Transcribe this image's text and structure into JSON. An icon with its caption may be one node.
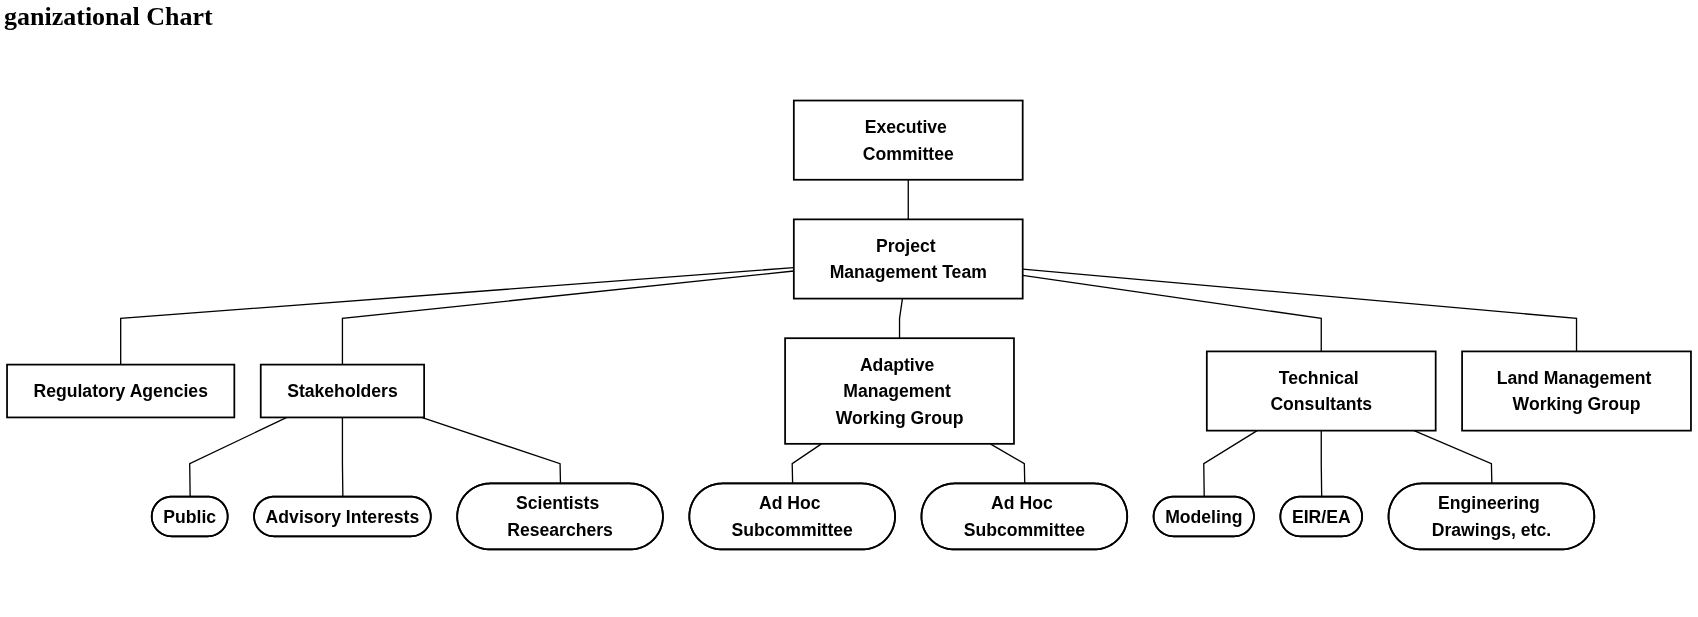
{
  "diagram": {
    "title": "ganizational Chart",
    "nodes": [
      {
        "text": [
          "Executive Committee"
        ]
      },
      {
        "text": [
          "Regulatory Agencies"
        ]
      },
      {
        "text": [
          "Project Management Team"
        ]
      },
      {
        "text": [
          "Stakeholders"
        ]
      },
      {
        "text": [
          "Public"
        ]
      },
      {
        "text": [
          "Advisory Interests"
        ]
      },
      {
        "text": [
          "Scientists Researchers"
        ]
      },
      {
        "text": [
          "Adaptive Management Working Group"
        ]
      },
      {
        "text": [
          "Technical Consultants"
        ]
      },
      {
        "text": [
          "Land Management Working Group"
        ]
      },
      {
        "text": [
          "Ad Hoc Subcommittee"
        ]
      },
      {
        "text": [
          "Ad Hoc Subcommittee"
        ]
      },
      {
        "text": [
          "Modeling"
        ]
      },
      {
        "text": [
          "EIR/EA"
        ]
      },
      {
        "text": [
          "Engineering Drawings, etc."
        ]
      }
    ],
    "edges": [
      {
        "from": 0,
        "to": 2,
        "arrow": "none"
      },
      {
        "from": 2,
        "to": 1,
        "arrow": "none"
      },
      {
        "from": 2,
        "to": 3,
        "arrow": "none"
      },
      {
        "from": 3,
        "to": 4,
        "arrow": "none"
      },
      {
        "from": 3,
        "to": 5,
        "arrow": "none"
      },
      {
        "from": 3,
        "to": 6,
        "arrow": "none"
      },
      {
        "from": 2,
        "to": 7,
        "arrow": "none"
      },
      {
        "from": 2,
        "to": 8,
        "arrow": "none"
      },
      {
        "from": 2,
        "to": 9,
        "arrow": "none"
      },
      {
        "from": 7,
        "to": 10,
        "arrow": "none"
      },
      {
        "from": 7,
        "to": 11,
        "arrow": "none"
      },
      {
        "from": 8,
        "to": 12,
        "arrow": "none"
      },
      {
        "from": 8,
        "to": 13,
        "arrow": "none"
      },
      {
        "from": 8,
        "to": 14,
        "arrow": "none"
      }
    ]
  }
}
